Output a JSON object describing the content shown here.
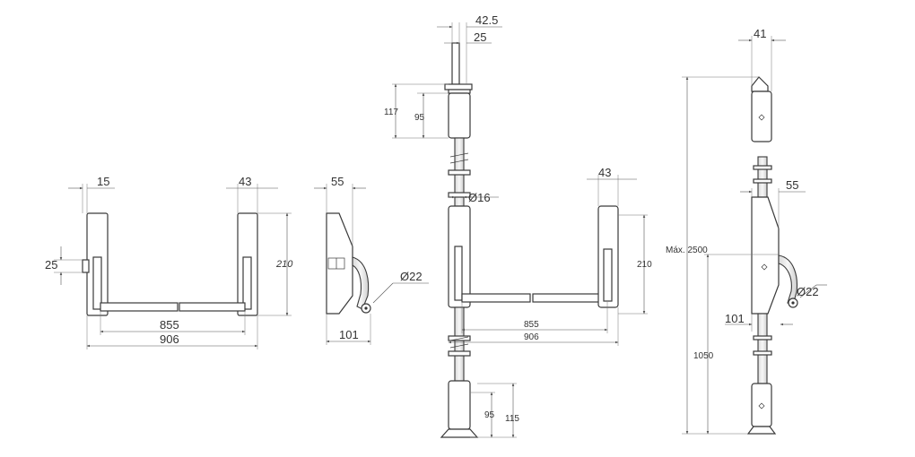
{
  "views": {
    "front_view": {
      "dim_width_top_left": "15",
      "dim_width_top_right": "43",
      "dim_height_left": "25",
      "dim_height_right": "210",
      "dim_bar_length": "855",
      "dim_total_length": "906"
    },
    "side_view": {
      "dim_top": "55",
      "dim_diameter": "Ø22",
      "dim_bottom": "101"
    },
    "vertical_rod_view": {
      "dim_top_outer": "42.5",
      "dim_top_inner": "25",
      "dim_upper_outer": "117",
      "dim_upper_inner": "95",
      "dim_rod_diameter": "Ø16",
      "dim_right_width": "43",
      "dim_right_height": "210",
      "dim_bar_length": "855",
      "dim_total_length": "906",
      "dim_lower_inner": "95",
      "dim_lower_outer": "115"
    },
    "rod_side_view": {
      "dim_top": "41",
      "dim_handle": "55",
      "dim_max_height": "Máx. 2500",
      "dim_diameter": "Ø22",
      "dim_offset": "101",
      "dim_handle_height": "1050"
    }
  },
  "colors": {
    "line": "#3a3a3a",
    "dimension": "#555555",
    "part_fill": "#ffffff"
  }
}
